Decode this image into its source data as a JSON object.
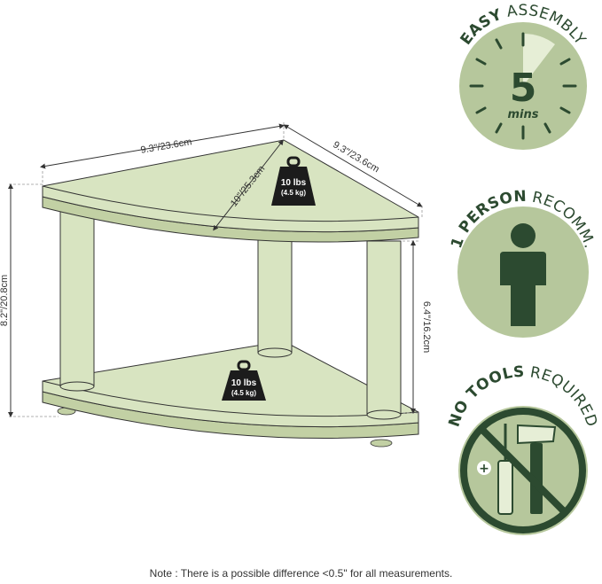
{
  "dimensions": {
    "width_left": "9.3\"/23.6cm",
    "width_right": "9.3\"/23.6cm",
    "depth": "10\"/25.3cm",
    "total_height": "8.2\"/20.8cm",
    "shelf_gap": "6.4\"/16.2cm"
  },
  "weights": {
    "top": {
      "lbs": "10 lbs",
      "kg": "(4.5 kg)"
    },
    "bottom": {
      "lbs": "10 lbs",
      "kg": "(4.5 kg)"
    }
  },
  "badges": {
    "assembly": {
      "bold": "EASY",
      "light": "ASSEMBLY",
      "number": "5",
      "unit": "mins"
    },
    "person": {
      "bold": "1 PERSON",
      "light": "RECOMM."
    },
    "tools": {
      "bold": "NO TOOLS",
      "light": "REQUIRED"
    }
  },
  "note": "Note : There is a possible difference <0.5\" for all measurements.",
  "colors": {
    "shelf": "#d8e4c1",
    "shelf_edge": "#c2d0a4",
    "badge_bg": "#b6c79c",
    "badge_dark": "#2c4a30",
    "outline": "#333333"
  }
}
